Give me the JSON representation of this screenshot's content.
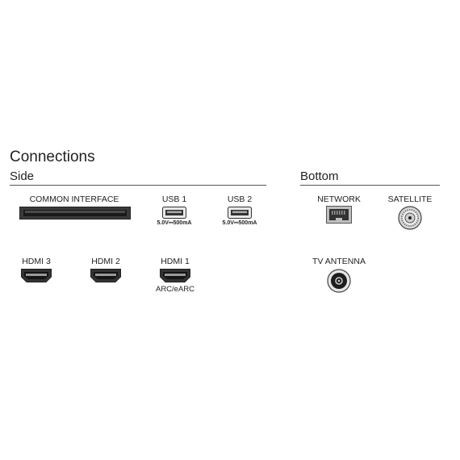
{
  "title": "Connections",
  "side": {
    "heading": "Side",
    "ports": {
      "common_interface": {
        "label": "COMMON INTERFACE"
      },
      "usb1": {
        "label": "USB 1",
        "spec": "5.0V⎓500mA"
      },
      "usb2": {
        "label": "USB 2",
        "spec": "5.0V⎓500mA"
      },
      "hdmi3": {
        "label": "HDMI 3"
      },
      "hdmi2": {
        "label": "HDMI 2"
      },
      "hdmi1": {
        "label": "HDMI 1",
        "note": "ARC/eARC"
      }
    }
  },
  "bottom": {
    "heading": "Bottom",
    "ports": {
      "network": {
        "label": "NETWORK"
      },
      "satellite": {
        "label": "SATELLITE"
      },
      "tv_antenna": {
        "label": "TV ANTENNA"
      }
    }
  }
}
